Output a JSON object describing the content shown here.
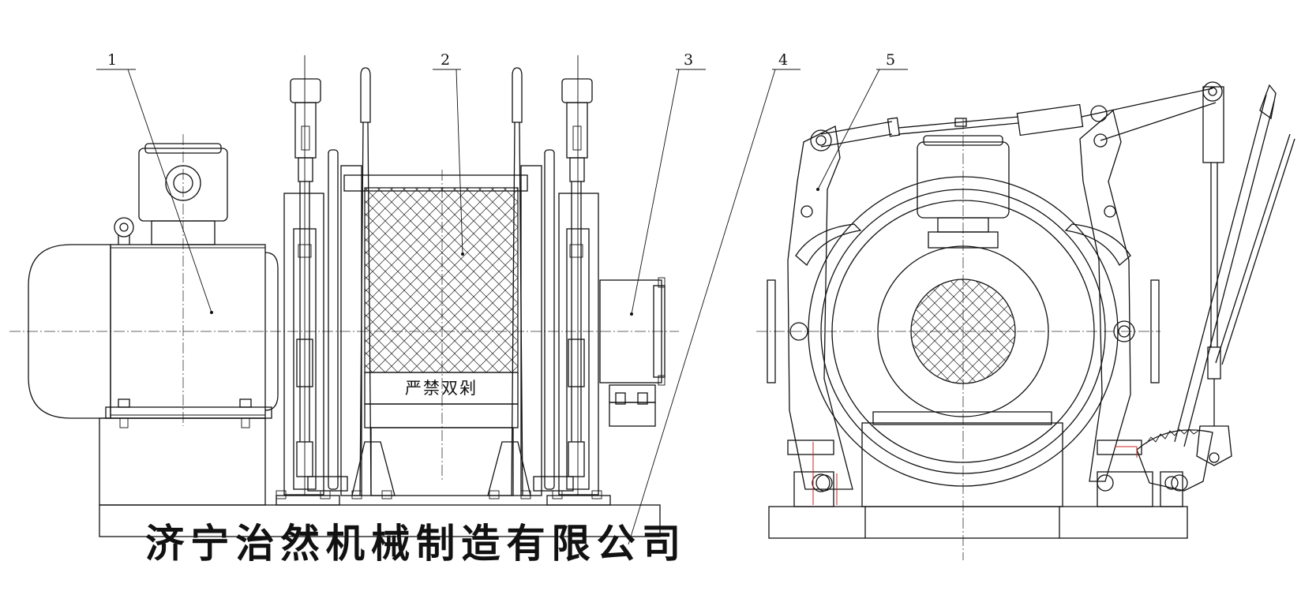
{
  "drawing": {
    "callouts": [
      "1",
      "2",
      "3",
      "4",
      "5"
    ],
    "drum_marking": "严禁双剁",
    "company_name": "济宁治然机械制造有限公司"
  },
  "colors": {
    "line": "#111111",
    "dimension_marks": "#cc2222",
    "background": "#ffffff"
  }
}
